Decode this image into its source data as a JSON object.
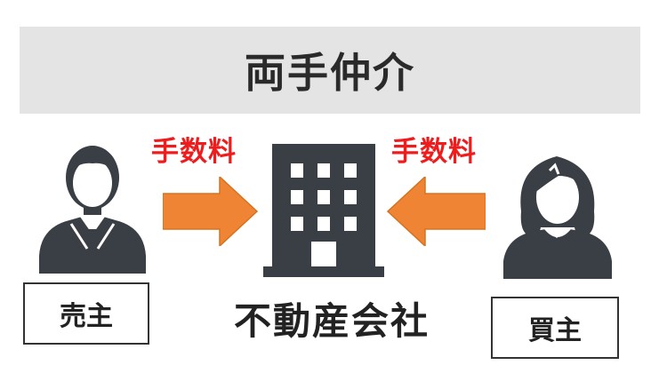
{
  "title": "両手仲介",
  "fee_left": "手数料",
  "fee_right": "手数料",
  "seller_label": "売主",
  "buyer_label": "買主",
  "company_label": "不動産会社",
  "colors": {
    "banner_bg": "#e4e4e4",
    "fee_text": "#ee1c1c",
    "arrow": "#ef8434",
    "icon": "#3a3f45"
  },
  "icons": [
    "businessman-icon",
    "building-icon",
    "woman-icon",
    "arrow-right-icon",
    "arrow-left-icon"
  ]
}
